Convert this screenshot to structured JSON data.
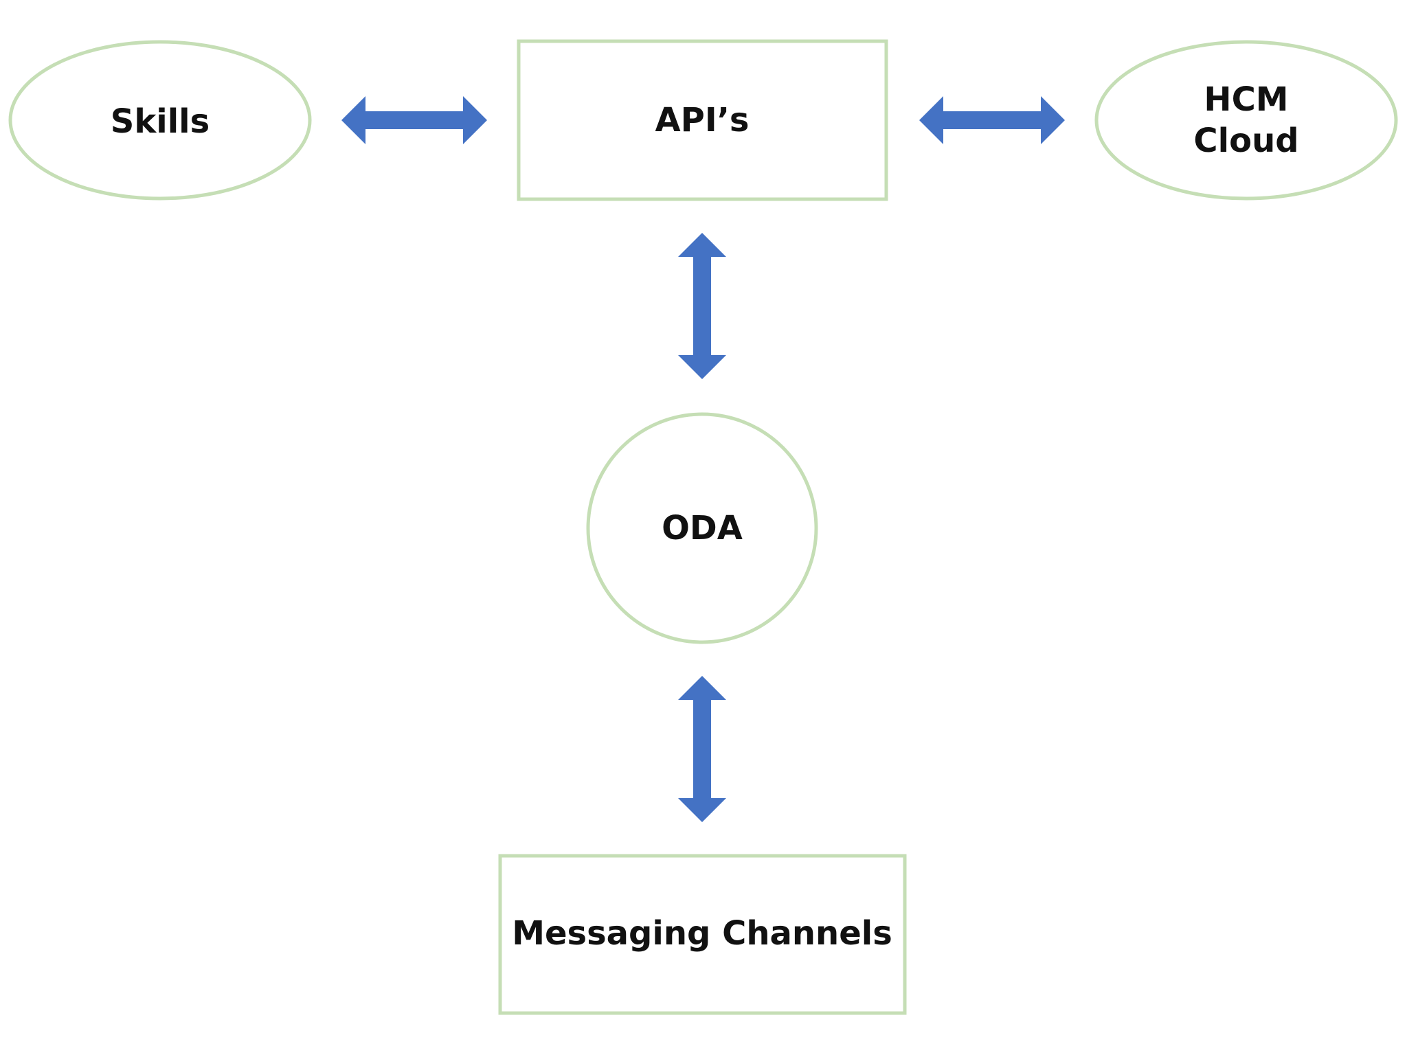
{
  "colors": {
    "node_border": "#c5deb5",
    "arrow": "#4472c4",
    "label": "#111111",
    "background": "#ffffff"
  },
  "nodes": {
    "skills": {
      "label": "Skills",
      "shape": "ellipse"
    },
    "apis": {
      "label": "API’s",
      "shape": "rectangle"
    },
    "hcm_cloud": {
      "label_line1": "HCM",
      "label_line2": "Cloud",
      "shape": "ellipse"
    },
    "oda": {
      "label": "ODA",
      "shape": "circle"
    },
    "messaging_channels": {
      "label": "Messaging Channels",
      "shape": "rectangle"
    }
  },
  "edges": [
    {
      "from": "skills",
      "to": "apis",
      "direction": "bidirectional"
    },
    {
      "from": "apis",
      "to": "hcm_cloud",
      "direction": "bidirectional"
    },
    {
      "from": "apis",
      "to": "oda",
      "direction": "bidirectional"
    },
    {
      "from": "oda",
      "to": "messaging_channels",
      "direction": "bidirectional"
    }
  ]
}
